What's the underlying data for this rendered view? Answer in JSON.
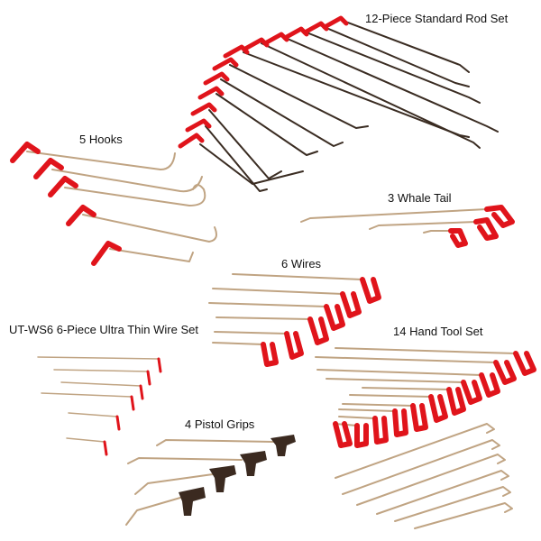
{
  "labels": {
    "standard_rod_set": "12-Piece Standard Rod Set",
    "hooks": "5 Hooks",
    "whale_tail": "3 Whale Tail",
    "wires": "6 Wires",
    "ultra_thin_set": "UT-WS6 6-Piece Ultra Thin Wire Set",
    "hand_tool_set": "14 Hand Tool Set",
    "pistol_grips": "4 Pistol Grips"
  },
  "colors": {
    "background": "#ffffff",
    "handle_red": "#e0141b",
    "rod_dark": "#3a2c22",
    "rod_gold": "#c9ad8a",
    "grip_brown": "#3b2a20",
    "text": "#111111"
  }
}
